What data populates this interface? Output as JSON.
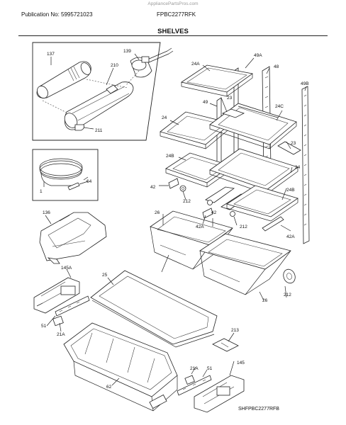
{
  "watermark": "AppliancePartsPros.com",
  "header": {
    "publication": "Publication No: 5995721023",
    "model": "FPBC2277RFK",
    "section_title": "SHELVES"
  },
  "footer_code": "SHFPBC2277RFB",
  "callouts": {
    "c137": "137",
    "c139": "139",
    "c210": "210",
    "c211": "211",
    "c1": "1",
    "c64": "64",
    "c136": "136",
    "c145A": "145A",
    "c25": "25",
    "c51a": "51",
    "c21Aa": "21A",
    "c62": "62",
    "c24A": "24A",
    "c49A": "49A",
    "c48": "48",
    "c49B": "49B",
    "c49": "49",
    "c23a": "23",
    "c24C": "24C",
    "c24a": "24",
    "c23b": "23",
    "c24B": "24B",
    "c24b": "24",
    "c42a": "42",
    "c212a": "212",
    "c24Bb": "24B",
    "c26a": "26",
    "c42b": "42",
    "c42Aa": "42A",
    "c212b": "212",
    "c42Ab": "42A",
    "c212c": "212",
    "c26b": "26",
    "c213": "213",
    "c21Ab": "21A",
    "c51b": "51",
    "c145": "145"
  }
}
